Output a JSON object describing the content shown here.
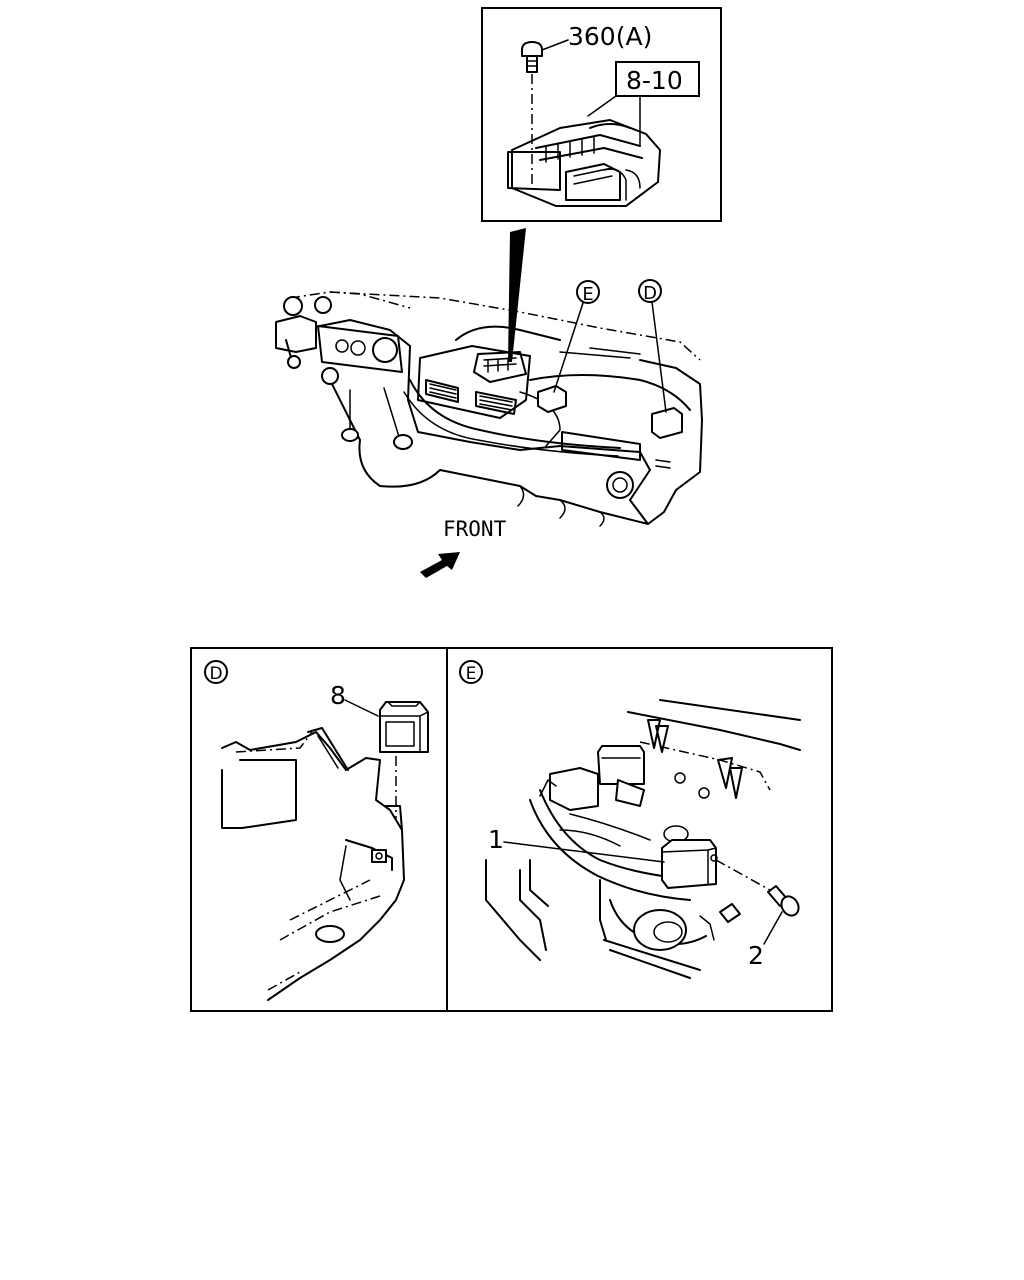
{
  "top_inset": {
    "fastener_callout": "360(A)",
    "ref_box": "8-10"
  },
  "main_view": {
    "callout_e": "E",
    "callout_d": "D",
    "front_label": "FRONT"
  },
  "detail_d": {
    "title": "D",
    "part_label": "8"
  },
  "detail_e": {
    "title": "E",
    "part_label_1": "1",
    "part_label_2": "2"
  }
}
